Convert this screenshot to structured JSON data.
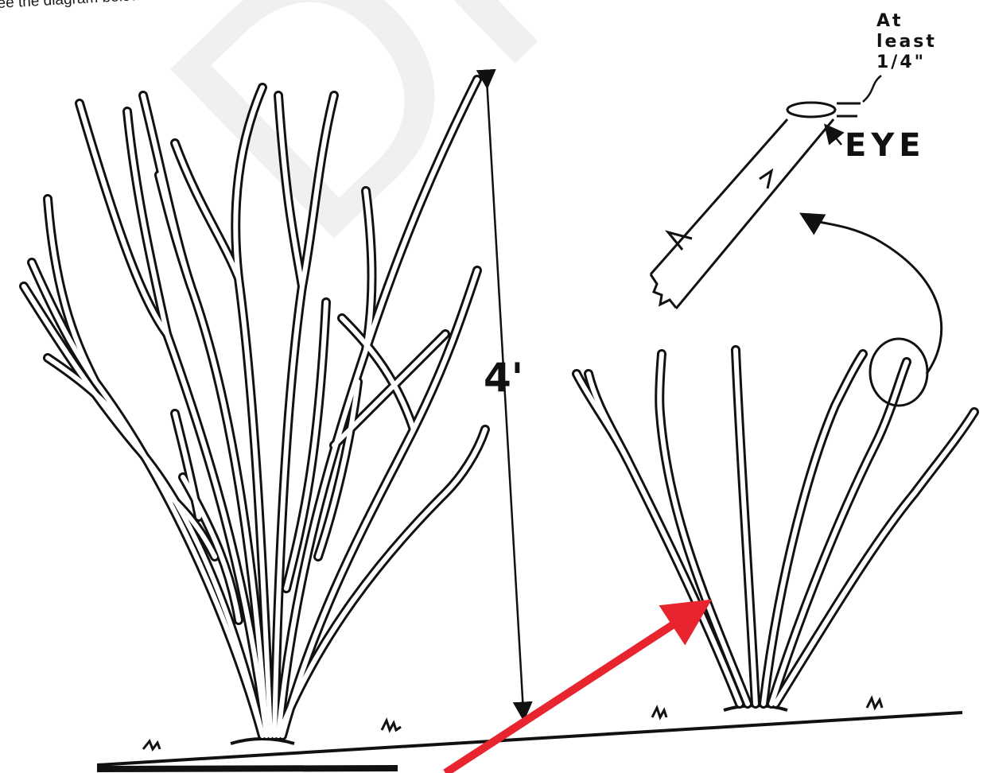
{
  "caption": {
    "text": "ee the diagram below for d",
    "faded_text": "..."
  },
  "watermark": "DRAFT",
  "labels": {
    "height": "4'",
    "at_least_lines": [
      "At",
      "least",
      "1/4\""
    ],
    "eye": "EYE"
  },
  "colors": {
    "ink": "#111111",
    "pointer_arrow": "#e8242f",
    "watermark": "#aaaaaa"
  }
}
